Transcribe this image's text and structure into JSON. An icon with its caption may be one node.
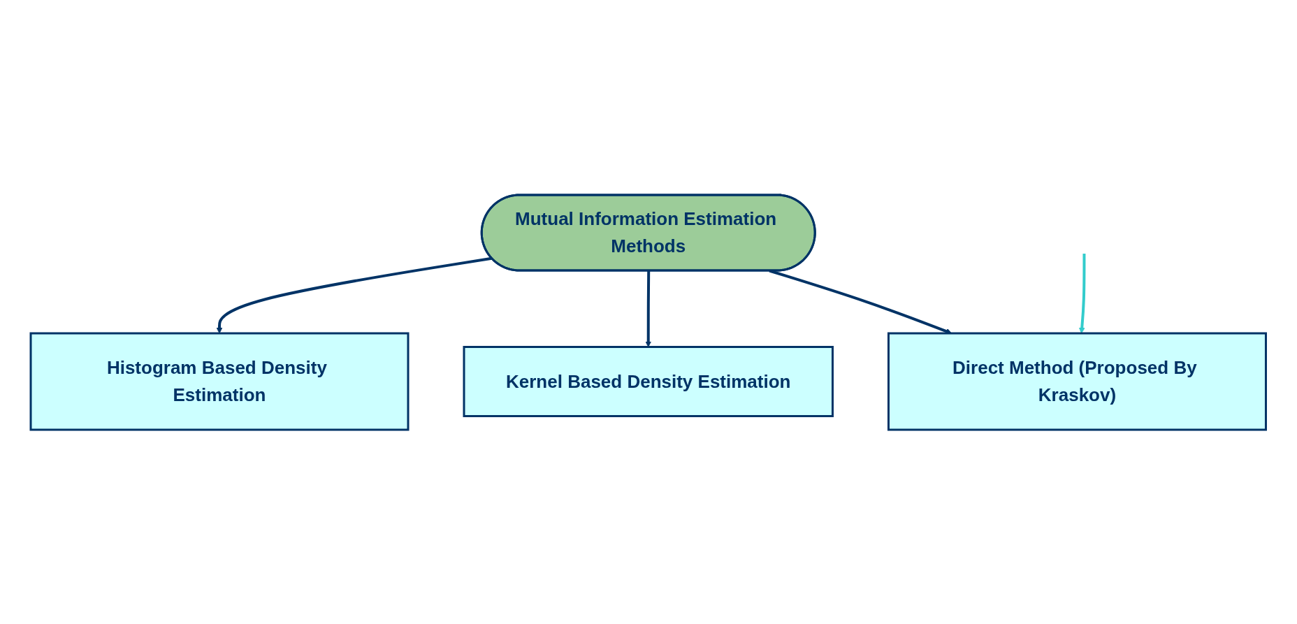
{
  "diagram": {
    "nodes": [
      {
        "text": [
          "Mutual Information Estimation Methods"
        ]
      },
      {
        "text": [
          "Histogram Based Density Estimation"
        ]
      },
      {
        "text": [
          "Kernel Based Density Estimation"
        ]
      },
      {
        "text": [
          "Direct Method (Proposed By Kraskov)"
        ]
      }
    ],
    "edges": [
      {
        "from": 0,
        "to": 1,
        "arrow": "to"
      },
      {
        "from": 0,
        "to": 2,
        "arrow": "to"
      },
      {
        "from": 0,
        "to": 3,
        "arrow": "to"
      },
      {
        "from": null,
        "to": 3,
        "arrow": "to",
        "color": "#33cccc"
      }
    ]
  }
}
